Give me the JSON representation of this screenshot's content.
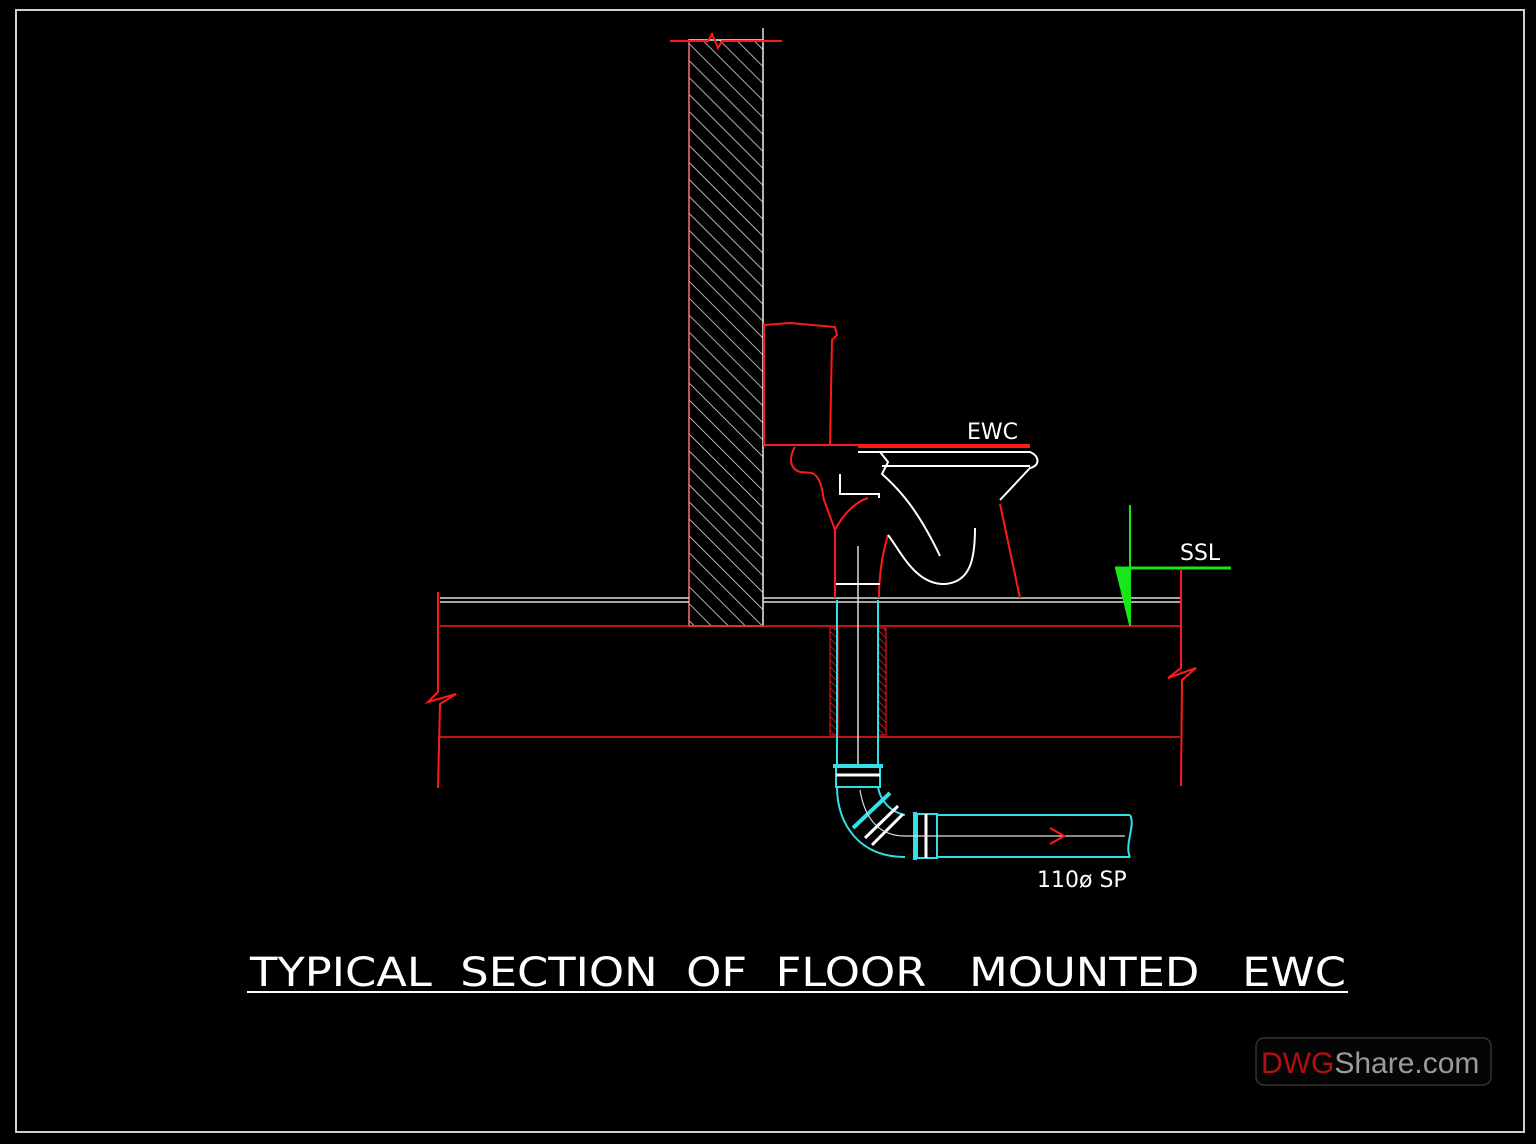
{
  "drawing": {
    "title": "TYPICAL  SECTION  OF  FLOOR   MOUNTED   EWC",
    "labels": {
      "fixture": "EWC",
      "level": "SSL",
      "pipe": "110ø  SP"
    }
  },
  "watermark": {
    "brand_part1": "DWG",
    "brand_part2": "Share.com"
  },
  "colors": {
    "background": "#000000",
    "line_white": "#ffffff",
    "line_red": "#ff1a1a",
    "pipe_cyan": "#33e0e6",
    "level_green": "#19e619",
    "watermark_red": "#b01010",
    "watermark_grey": "#9a9a9a"
  }
}
